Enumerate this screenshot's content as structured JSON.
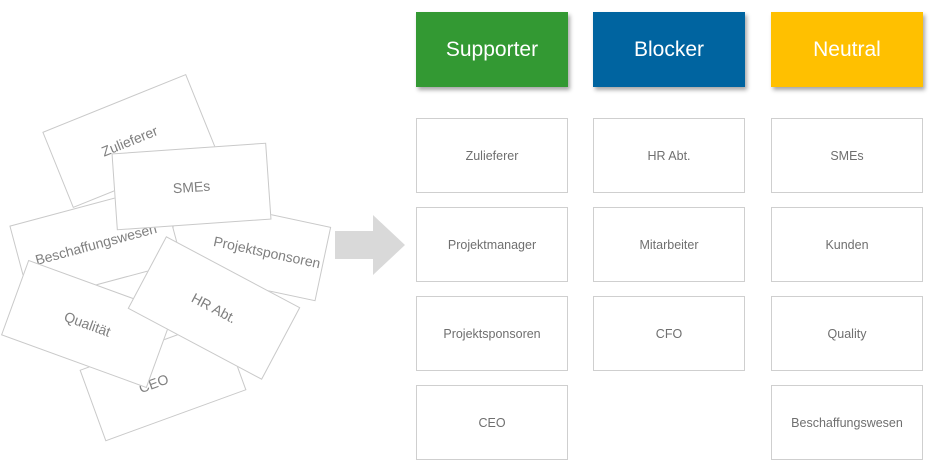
{
  "scattered_cards": {
    "zulieferer": "Zulieferer",
    "smes": "SMEs",
    "projektsponsoren": "Projektsponsoren",
    "beschaffungswesen": "Beschaffungswesen",
    "hr_abt": "HR Abt.",
    "qualitaet": "Qualität",
    "ceo": "CEO"
  },
  "columns": {
    "supporter": {
      "title": "Supporter",
      "color": "#339933",
      "items": [
        "Zulieferer",
        "Projektmanager",
        "Projektsponsoren",
        "CEO"
      ]
    },
    "blocker": {
      "title": "Blocker",
      "color": "#0064A0",
      "items": [
        "HR Abt.",
        "Mitarbeiter",
        "CFO"
      ]
    },
    "neutral": {
      "title": "Neutral",
      "color": "#FFC000",
      "items": [
        "SMEs",
        "Kunden",
        "Quality",
        "Beschaffungswesen"
      ]
    }
  },
  "arrow": {
    "color": "#d9d9d9",
    "icon": "right-arrow-icon"
  }
}
